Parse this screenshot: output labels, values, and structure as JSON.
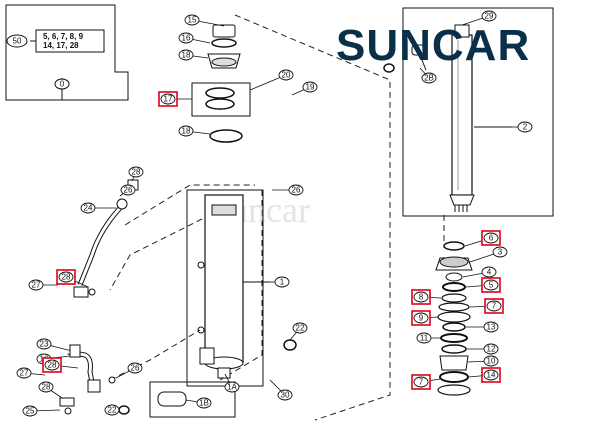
{
  "brand": {
    "logo_text": "SUNCAR",
    "watermark": "Suncar",
    "logo_color": "#0a3049",
    "highlight_color": "#e0001a"
  },
  "kit_box": {
    "callout": "50",
    "line1": "5, 6, 7, 8, 9",
    "line2": "14, 17, 28"
  },
  "assembly_callout": "0",
  "callouts": [
    {
      "id": "c15",
      "text": "15",
      "highlight": false
    },
    {
      "id": "c16a",
      "text": "16",
      "highlight": false
    },
    {
      "id": "c18a",
      "text": "18",
      "highlight": false
    },
    {
      "id": "c17",
      "text": "17",
      "highlight": true
    },
    {
      "id": "c18b",
      "text": "18",
      "highlight": false
    },
    {
      "id": "c20",
      "text": "20",
      "highlight": false
    },
    {
      "id": "c19",
      "text": "19",
      "highlight": false
    },
    {
      "id": "c28a",
      "text": "28",
      "highlight": false
    },
    {
      "id": "c26a",
      "text": "26",
      "highlight": false
    },
    {
      "id": "c24",
      "text": "24",
      "highlight": false
    },
    {
      "id": "c26b",
      "text": "26",
      "highlight": false
    },
    {
      "id": "c28b",
      "text": "28",
      "highlight": true
    },
    {
      "id": "c27a",
      "text": "27",
      "highlight": false
    },
    {
      "id": "c1",
      "text": "1",
      "highlight": false
    },
    {
      "id": "c22a",
      "text": "22",
      "highlight": false
    },
    {
      "id": "c23",
      "text": "23",
      "highlight": false
    },
    {
      "id": "c16b",
      "text": "16",
      "highlight": false
    },
    {
      "id": "c28c",
      "text": "28",
      "highlight": true
    },
    {
      "id": "c27b",
      "text": "27",
      "highlight": false
    },
    {
      "id": "c26c",
      "text": "26",
      "highlight": false
    },
    {
      "id": "c28d",
      "text": "28",
      "highlight": false
    },
    {
      "id": "c25",
      "text": "25",
      "highlight": false
    },
    {
      "id": "c22b",
      "text": "22",
      "highlight": false
    },
    {
      "id": "c1B",
      "text": "1B",
      "highlight": false
    },
    {
      "id": "c1A",
      "text": "1A",
      "highlight": false
    },
    {
      "id": "c30",
      "text": "30",
      "highlight": false
    },
    {
      "id": "c29",
      "text": "29",
      "highlight": false
    },
    {
      "id": "c2B",
      "text": "2B",
      "highlight": false
    },
    {
      "id": "c2",
      "text": "2",
      "highlight": false
    },
    {
      "id": "c6",
      "text": "6",
      "highlight": true
    },
    {
      "id": "c3",
      "text": "3",
      "highlight": false
    },
    {
      "id": "c4",
      "text": "4",
      "highlight": false
    },
    {
      "id": "c5",
      "text": "5",
      "highlight": true
    },
    {
      "id": "c8",
      "text": "8",
      "highlight": true
    },
    {
      "id": "c7a",
      "text": "7",
      "highlight": true
    },
    {
      "id": "c9",
      "text": "9",
      "highlight": true
    },
    {
      "id": "c13",
      "text": "13",
      "highlight": false
    },
    {
      "id": "c11",
      "text": "11",
      "highlight": false
    },
    {
      "id": "c12",
      "text": "12",
      "highlight": false
    },
    {
      "id": "c10",
      "text": "10",
      "highlight": false
    },
    {
      "id": "c7b",
      "text": "7",
      "highlight": true
    },
    {
      "id": "c14",
      "text": "14",
      "highlight": true
    }
  ]
}
